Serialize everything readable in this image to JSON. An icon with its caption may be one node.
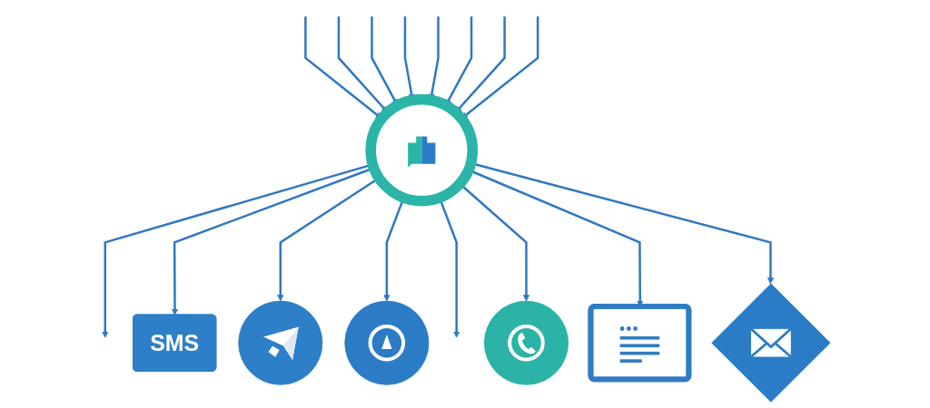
{
  "diagram": {
    "nodes": [
      {
        "text": [],
        "shape": "diamond"
      },
      {
        "text": [
          "SMS"
        ]
      },
      {
        "text": [],
        "shape": "box"
      },
      {
        "text": [],
        "shape": "circle"
      },
      {
        "text": [],
        "shape": "circle"
      },
      {
        "text": [],
        "shape": "circle"
      },
      {
        "text": [],
        "shape": "circle"
      }
    ],
    "edges": [
      {
        "from": 3,
        "to": null,
        "arrow": "to"
      },
      {
        "from": null,
        "to": 3,
        "arrow": "to"
      },
      {
        "from": 3,
        "to": 1,
        "arrow": "to"
      },
      {
        "from": null,
        "to": 3,
        "arrow": "to"
      },
      {
        "from": 3,
        "to": 4,
        "arrow": "to"
      },
      {
        "from": null,
        "to": 3,
        "arrow": "to"
      },
      {
        "from": 3,
        "to": 6,
        "arrow": "to"
      },
      {
        "from": null,
        "to": 3,
        "arrow": "to"
      },
      {
        "from": 3,
        "to": null,
        "arrow": "to"
      },
      {
        "from": null,
        "to": 3,
        "arrow": "to"
      },
      {
        "from": 3,
        "to": 5,
        "arrow": "to"
      },
      {
        "from": null,
        "to": 3,
        "arrow": "to"
      },
      {
        "from": 3,
        "to": 2,
        "arrow": "to"
      },
      {
        "from": null,
        "to": 3,
        "arrow": "to"
      },
      {
        "from": 3,
        "to": 0,
        "arrow": "to"
      },
      {
        "from": null,
        "to": 3,
        "arrow": "to"
      }
    ]
  }
}
